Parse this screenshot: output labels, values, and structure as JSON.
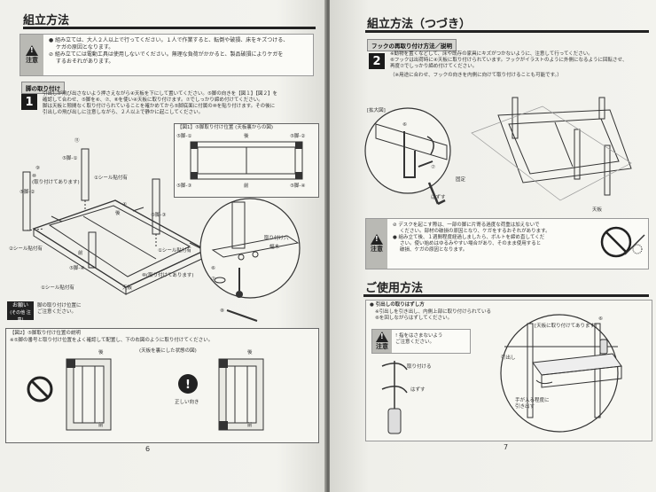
{
  "left": {
    "title": "組立方法",
    "caution_label": "注意",
    "caution_lines": [
      "● 組み立ては、大人２人以上で行ってください。１人で作業すると、転倒や破損、床をキズつける、",
      "ケガの原因となります。",
      "⊘ 組み立てには電動工具は使用しないでください。無理な負荷がかかると、製品破損によりケガを",
      "するおそれがあります。"
    ],
    "section_header": "脚の取り付け",
    "step_number": "1",
    "step_lines": [
      "引出しが飛び出さないよう押さえながら④天板を下にして置いてください。⑤脚の向きを【図１】【図２】を",
      "確認して合わせ、⑤脚を⑥、⑦、⑧を使い④天板に取り付けます。⑦でしっかり締め付けてください。",
      "脚は天板と隙間なく取り付けられていることを確かめてから⑤脚底面に付属の⑩を貼り付けます。その後に",
      "引出しの飛び出しに注意しながら、２人以上で静かに起こしてください。"
    ],
    "fig1_title": "【図1】⑤脚取り付け位置 (天板裏からの図)",
    "fig1_labels": {
      "back": "後",
      "front": "前",
      "leg_a": "⑤脚-①",
      "leg_b": "⑤脚-②",
      "leg_c": "⑤脚-③",
      "leg_d": "⑤脚-④"
    },
    "main_labels": {
      "seal_a": "①シール貼付有",
      "seal_b": "①シール貼付有",
      "seal_c": "②シール貼付有",
      "seal_d": "①シール貼付有",
      "preinstalled_a": "⑩\n(取り付けてあります)",
      "preinstalled_b": "⑩(取り付けてあります)",
      "leg_1": "⑤脚-①",
      "leg_2": "⑤脚-②",
      "leg_3": "⑤脚-③",
      "leg_4": "⑤脚-④",
      "back": "後",
      "front": "前",
      "board": "天板",
      "hole": "取り付け穴",
      "wood": "幅木",
      "part_a": "④",
      "part_b": "⑥",
      "part_c": "⑦",
      "part_d": "⑧",
      "mark_f": "⑪",
      "mark_e": "⑨"
    },
    "request_label": "お願い",
    "request_sub": "(その他 注意)",
    "request_text": [
      "脚の取り付け位置に",
      "ご注意ください。"
    ],
    "fig2_title": "【図2】⑤脚取り付け位置の説明",
    "fig2_sub": "※⑤脚の番号と取り付け位置をよく確認して配置し、下の右図のように取り付けてください。",
    "fig2_labels": {
      "back": "後",
      "front": "前",
      "back2": "後",
      "front2": "前",
      "view": "(天板を裏にした状態の図)",
      "correct": "正しい向き"
    },
    "page_number": "6"
  },
  "right": {
    "title": "組立方法（つづき）",
    "section_header": "フックの再取り付け方法／説明",
    "step_number": "2",
    "step_lines": [
      "※勧物を置くなどして、床や既存の家具にキズがつかないように、注意して行ってください。",
      "⑥フックは出荷時に④天板に取り付けられています。フックがイラストのように外側になるように回転させ、",
      "再度⑦でしっかり締め付けてください。",
      "（※用途に合わせ、フックの向きを内側に向けて取り付けることも可能です。）"
    ],
    "enlarged": "[拡大図]",
    "fig_labels": {
      "fix": "固定",
      "remove": "はずす",
      "c_mark": "⑥",
      "d_mark": "⑦",
      "board": "天板"
    },
    "caution_label": "注意",
    "caution_lines": [
      "⊘ デスクを起こす際は、一部の脚に片寄る過度な荷重は加えないで",
      "ください。部材の破損の原因となり、ケガをするおそれがあります。",
      "● 組み立て後、１週間程度経過しましたら、ボルトを締め直してくだ",
      "さい。使い始めはゆるみやすい場合があり、そのまま使用すると",
      "破損、ケガの原因となります。"
    ],
    "usage_title": "ご使用方法",
    "usage_sub_header": "● 引出しの取りはずし方",
    "usage_lines": [
      "※引出しを引き出し、内側上部に取り付けられている",
      "⑥を回しながらはずしてください。"
    ],
    "small_caution_label": "注意",
    "small_caution_text": [
      "! 指をはさまないよう",
      "ご注意ください。"
    ],
    "attach": "取り付ける",
    "detach": "はずす",
    "drawer_labels": {
      "preinstalled": "[天板に取り付けてあります]",
      "pull": "引出し",
      "hand": "手が入る程度に\n引き出す",
      "mark": "⑥"
    },
    "page_number": "7"
  }
}
